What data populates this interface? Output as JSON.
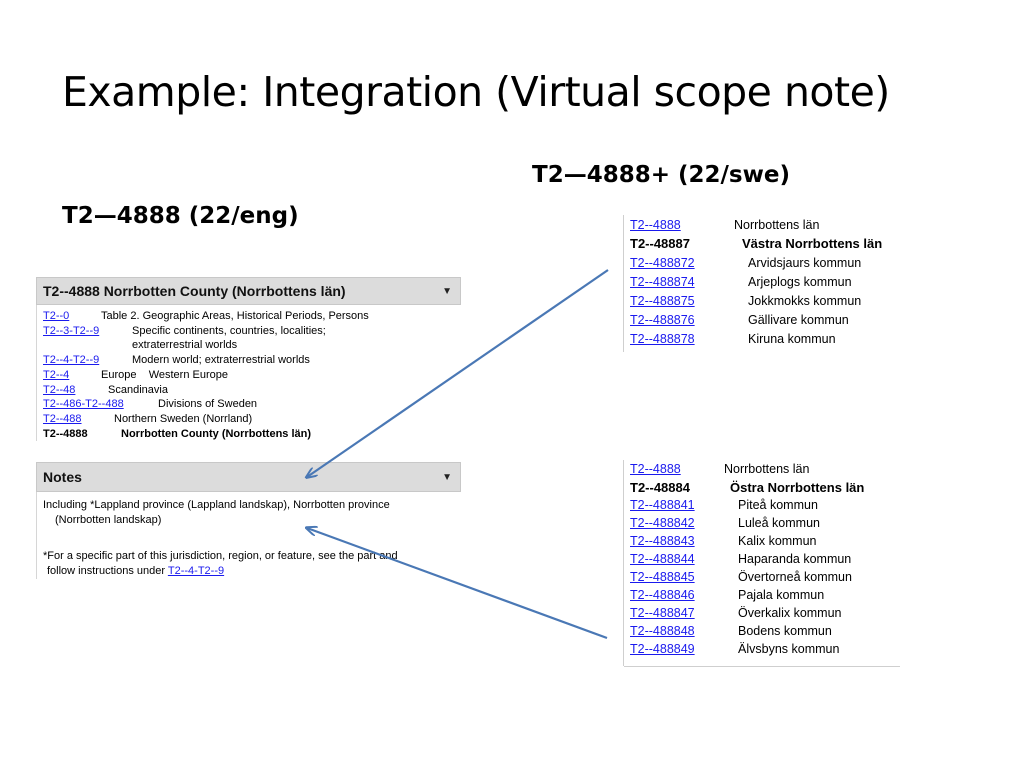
{
  "slide": {
    "title": "Example: Integration (Virtual scope note)",
    "heading_eng": "T2—4888 (22/eng)",
    "heading_swe": "T2—4888+ (22/swe)"
  },
  "eng_panel": {
    "title": "T2--4888 Norrbotten County (Norrbottens län)",
    "rows": [
      {
        "code": "T2--0",
        "caption": "Table 2. Geographic Areas, Historical Periods, Persons",
        "link": true
      },
      {
        "code": "T2--3-T2--9",
        "caption": "Specific continents, countries, localities;",
        "caption2": "extraterrestrial worlds",
        "link": true
      },
      {
        "code": "T2--4-T2--9",
        "caption": "Modern world; extraterrestrial worlds",
        "link": true
      },
      {
        "code": "T2--4",
        "caption": "Europe    Western Europe",
        "link": true
      },
      {
        "code": "T2--48",
        "caption": "Scandinavia",
        "link": true
      },
      {
        "code": "T2--486-T2--488",
        "caption": "Divisions of Sweden",
        "link": true
      },
      {
        "code": "T2--488",
        "caption": "Northern Sweden (Norrland)",
        "link": true
      },
      {
        "code": "T2--4888",
        "caption": "Norrbotten County (Norrbottens län)",
        "link": false
      }
    ]
  },
  "notes_panel": {
    "title": "Notes",
    "para1_line1": "Including *Lappland province (Lappland landskap), Norrbotten province",
    "para1_line2": "(Norrbotten landskap)",
    "para2_line1": "*For a specific part of this jurisdiction, region, or feature, see the part and",
    "para2_line2_prefix": "follow instructions under ",
    "para2_link": "T2--4-T2--9"
  },
  "swe_table_1": {
    "rows": [
      {
        "code": "T2--4888",
        "name": "Norrbottens län",
        "link": true
      },
      {
        "code": "T2--48887",
        "name": "Västra Norrbottens län",
        "link": false
      },
      {
        "code": "T2--488872",
        "name": "Arvidsjaurs kommun",
        "link": true
      },
      {
        "code": "T2--488874",
        "name": "Arjeplogs kommun",
        "link": true
      },
      {
        "code": "T2--488875",
        "name": "Jokkmokks kommun",
        "link": true
      },
      {
        "code": "T2--488876",
        "name": "Gällivare kommun",
        "link": true
      },
      {
        "code": "T2--488878",
        "name": "Kiruna kommun",
        "link": true
      }
    ]
  },
  "swe_table_2": {
    "rows": [
      {
        "code": "T2--4888",
        "name": "Norrbottens län",
        "link": true
      },
      {
        "code": "T2--48884",
        "name": "Östra Norrbottens län",
        "link": false
      },
      {
        "code": "T2--488841",
        "name": "Piteå kommun",
        "link": true
      },
      {
        "code": "T2--488842",
        "name": "Luleå kommun",
        "link": true
      },
      {
        "code": "T2--488843",
        "name": "Kalix kommun",
        "link": true
      },
      {
        "code": "T2--488844",
        "name": "Haparanda kommun",
        "link": true
      },
      {
        "code": "T2--488845",
        "name": "Övertorneå kommun",
        "link": true
      },
      {
        "code": "T2--488846",
        "name": "Pajala kommun",
        "link": true
      },
      {
        "code": "T2--488847",
        "name": "Överkalix kommun",
        "link": true
      },
      {
        "code": "T2--488848",
        "name": "Bodens kommun",
        "link": true
      },
      {
        "code": "T2--488849",
        "name": "Älvsbyns kommun",
        "link": true
      }
    ]
  },
  "colors": {
    "link": "#1a1aee",
    "arrow": "#4a78b5",
    "panel_header": "#dcdcdc"
  },
  "icons": {
    "collapse": "triangle-down-icon"
  }
}
